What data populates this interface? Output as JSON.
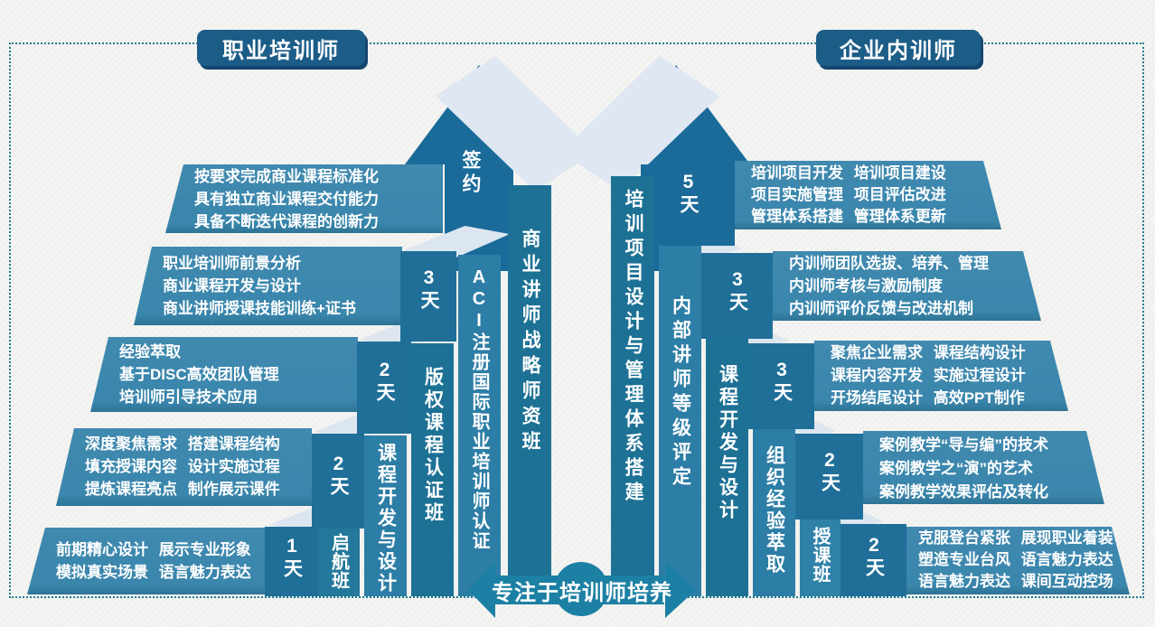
{
  "titles": {
    "left": "职业培训师",
    "right": "企业内训师"
  },
  "banner": {
    "label": "专注于培训师培养"
  },
  "left": {
    "steps": [
      {
        "name": "启航班",
        "days": "1天",
        "lines": [
          "前期精心设计 展示专业形象",
          "模拟真实场景 语言魅力表达"
        ]
      },
      {
        "name": "课程开发与设计",
        "days": "2天",
        "lines": [
          "深度聚焦需求 搭建课程结构",
          "填充授课内容 设计实施过程",
          "提炼课程亮点 制作展示课件"
        ]
      },
      {
        "name": "版权课程认证班",
        "days": "2天",
        "lines": [
          "经验萃取",
          "基于DISC高效团队管理",
          "培训师引导技术应用"
        ]
      },
      {
        "name": "ACI注册国际职业培训师认证",
        "days": "3天",
        "lines": [
          "职业培训师前景分析",
          "商业课程开发与设计",
          "商业讲师授课技能训练+证书"
        ]
      },
      {
        "name": "商业讲师战略师资班",
        "days": "签约",
        "lines": [
          "按要求完成商业课程标准化",
          "具有独立商业课程交付能力",
          "具备不断迭代课程的创新力"
        ]
      }
    ]
  },
  "right": {
    "steps": [
      {
        "name": "授课班",
        "days": "2天",
        "lines": [
          "克服登台紧张 展现职业着装",
          "塑造专业台风 语言魅力表达",
          "语言魅力表达 课间互动控场"
        ]
      },
      {
        "name": "组织经验萃取",
        "days": "2天",
        "lines": [
          "案例教学“导与编”的技术",
          "案例教学之“演”的艺术",
          "案例教学效果评估及转化"
        ]
      },
      {
        "name": "课程开发与设计",
        "days": "3天",
        "lines": [
          "聚焦企业需求 课程结构设计",
          "课程内容开发 实施过程设计",
          "开场结尾设计 高效PPT制作"
        ]
      },
      {
        "name": "内部讲师等级评定",
        "days": "3天",
        "lines": [
          "内训师团队选拔、培养、管理",
          "内训师考核与激励制度",
          "内训师评价反馈与改进机制"
        ]
      },
      {
        "name": "培训项目设计与管理体系搭建",
        "days": "5天",
        "lines": [
          "培训项目开发 培训项目建设",
          "项目实施管理 项目评估改进",
          "管理体系搭建 管理体系更新"
        ]
      }
    ]
  },
  "colors": {
    "background": "#f4f4f2",
    "column_dark": "#1d7195",
    "column_medium": "#2f81a8",
    "block_blue": "#3a86ac",
    "day_face": "#1f6f99",
    "arrow_blue": "#1a6b9a",
    "light_face": "#dce6f0",
    "banner_teal": "#1c80a4",
    "title_navy": "#1c5d88",
    "dotted_border": "#1f7d8c"
  }
}
